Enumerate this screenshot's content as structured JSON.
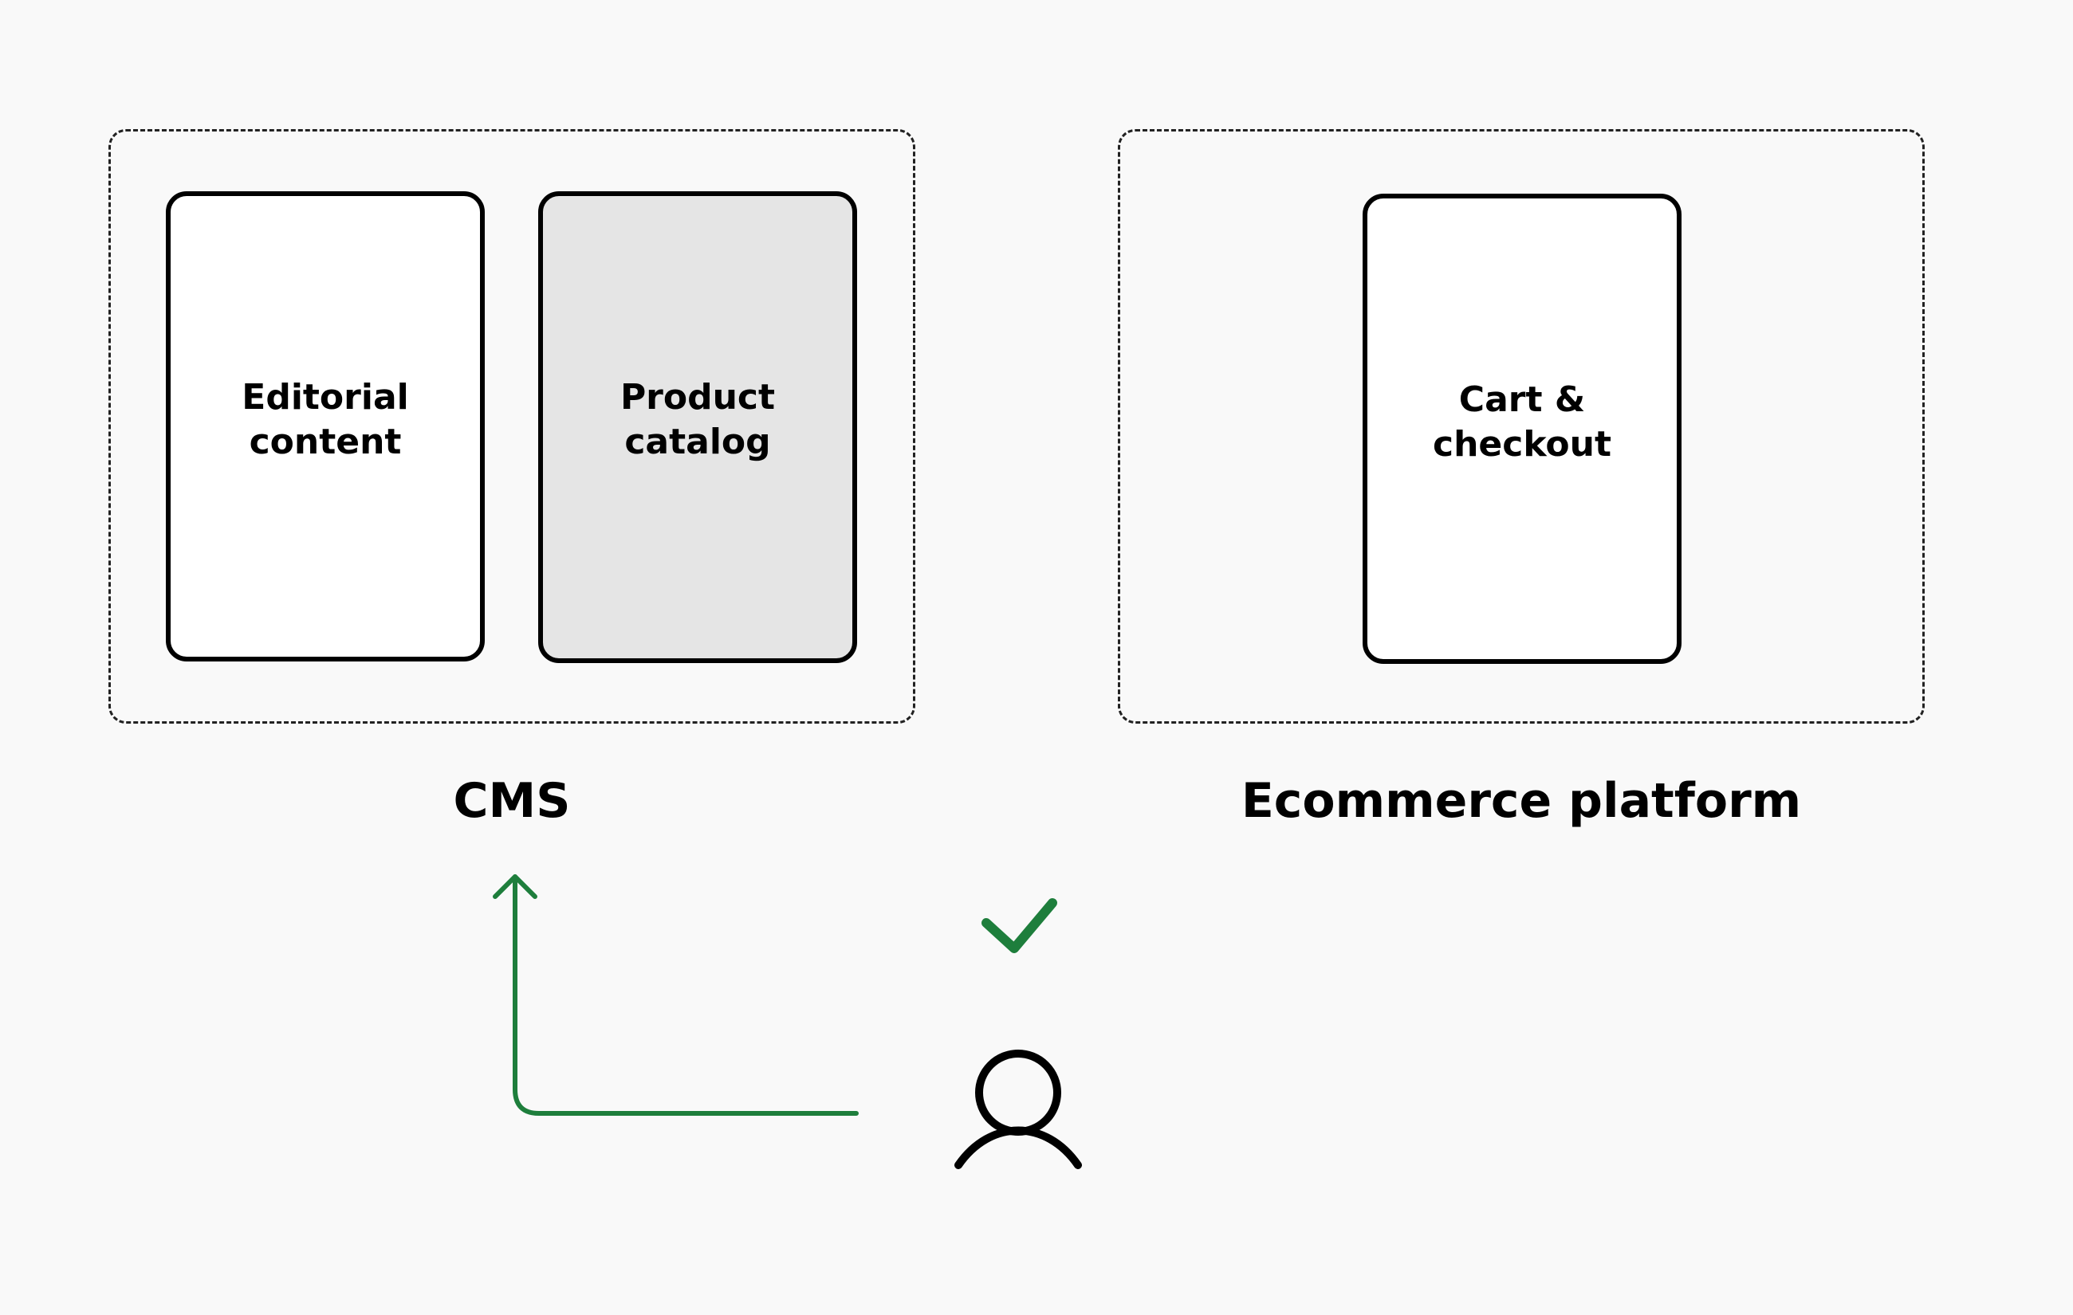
{
  "cms": {
    "label": "CMS",
    "cards": [
      {
        "label": "Editorial\ncontent",
        "shaded": false
      },
      {
        "label": "Product\ncatalog",
        "shaded": true
      }
    ]
  },
  "ecommerce": {
    "label": "Ecommerce platform",
    "cards": [
      {
        "label": "Cart &\ncheckout",
        "shaded": false
      }
    ]
  },
  "colors": {
    "background": "#f9f9f9",
    "accent": "#1e7e3c",
    "stroke": "#000000",
    "card_shaded": "#e5e5e5"
  },
  "icons": [
    "arrow-up-icon",
    "check-icon",
    "user-icon"
  ]
}
